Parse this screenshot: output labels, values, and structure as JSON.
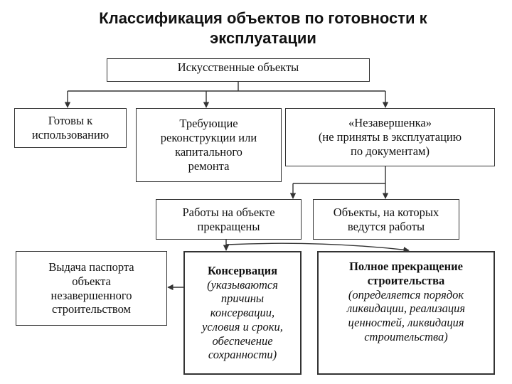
{
  "title": {
    "line1": "Классификация объектов по готовности к",
    "line2": "эксплуатации"
  },
  "boxes": {
    "artificial": "Искусственные объекты",
    "ready": [
      "Готовы к",
      "использованию"
    ],
    "reconstruction": [
      "Требующие",
      "реконструкции или",
      "капитального",
      "ремонта"
    ],
    "unfinished": [
      "«Незавершенка»",
      "(не приняты в эксплуатацию",
      "по документам)"
    ],
    "works_stopped": [
      "Работы на объекте",
      "прекращены"
    ],
    "works_ongoing": [
      "Объекты, на которых",
      "ведутся работы"
    ],
    "passport": [
      "Выдача паспорта",
      "объекта",
      "незавершенного",
      "строительством"
    ],
    "conservation": {
      "head": "Консервация",
      "note": [
        "(указываются",
        "причины",
        "консервации,",
        "условия и сроки,",
        "обеспечение",
        "сохранности)"
      ]
    },
    "full_stop": {
      "head": [
        "Полное прекращение",
        "строительства"
      ],
      "note": [
        "(определяется порядок",
        "ликвидации, реализация",
        "ценностей, ликвидация",
        "строительства)"
      ]
    }
  },
  "colors": {
    "line": "#333333",
    "text": "#111111",
    "background": "#ffffff"
  }
}
